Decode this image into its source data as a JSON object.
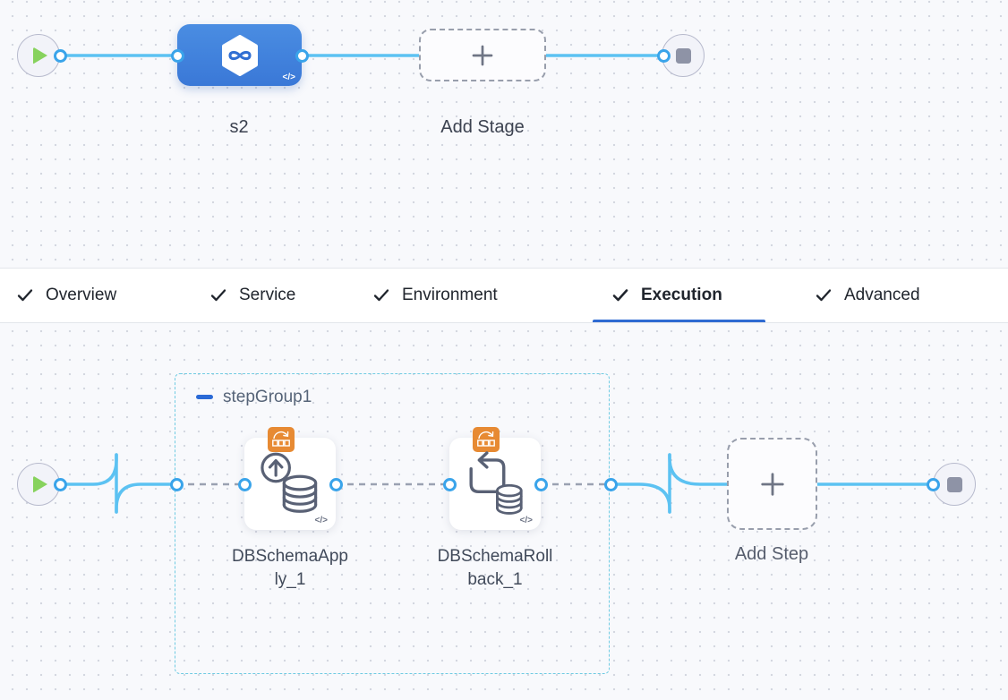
{
  "stage_pipeline": {
    "stage": {
      "name": "s2",
      "code_badge": "</>"
    },
    "add_stage": {
      "label": "Add Stage"
    }
  },
  "tabs": [
    {
      "label": "Overview",
      "checked": true,
      "active": false
    },
    {
      "label": "Service",
      "checked": true,
      "active": false
    },
    {
      "label": "Environment",
      "checked": true,
      "active": false
    },
    {
      "label": "Execution",
      "checked": true,
      "active": true
    },
    {
      "label": "Advanced",
      "checked": true,
      "active": false
    }
  ],
  "execution": {
    "step_group": {
      "name": "stepGroup1"
    },
    "steps": [
      {
        "name": "DBSchemaApply_1",
        "code_badge": "</>"
      },
      {
        "name": "DBSchemaRollback_1",
        "code_badge": "</>"
      }
    ],
    "add_step": {
      "label": "Add Step"
    }
  },
  "colors": {
    "stage_blue": "#3f7fd9",
    "line_blue": "#5cc2f2",
    "connector_border": "#3aa4ea",
    "dashed_line_gray": "#9aa1b1",
    "active_tab_underline": "#2e6ad2",
    "group_border_cyan": "#6fcbe2",
    "badge_orange": "#e78a33",
    "play_green": "#87d25d",
    "stop_gray": "#8e93a6"
  }
}
